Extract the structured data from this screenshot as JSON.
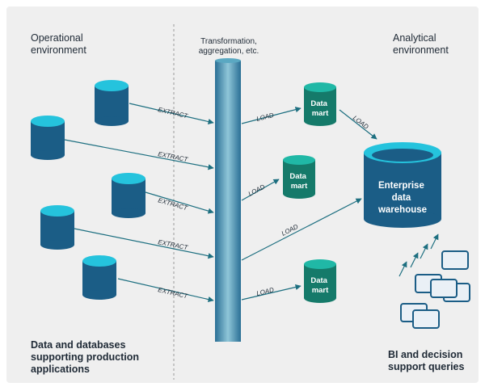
{
  "labels": {
    "operational": "Operational\nenvironment",
    "analytical": "Analytical\nenvironment",
    "transformation": "Transformation,\naggregation, etc.",
    "sources": "Data and databases\nsupporting production\napplications",
    "bi": "BI and decision\nsupport queries"
  },
  "edges": {
    "extract": "EXTRACT",
    "load": "LOAD"
  },
  "datamart": "Data\nmart",
  "warehouse": "Enterprise\ndata\nwarehouse",
  "colors": {
    "db_top": "#25c3dd",
    "db_body": "#1b5d86",
    "mart_top": "#20b8a6",
    "mart_body": "#157a6a",
    "warehouse_body": "#1b5d86",
    "arrow": "#1d6f80",
    "pipe": "#3e95b1",
    "text": "#1f2a36"
  }
}
